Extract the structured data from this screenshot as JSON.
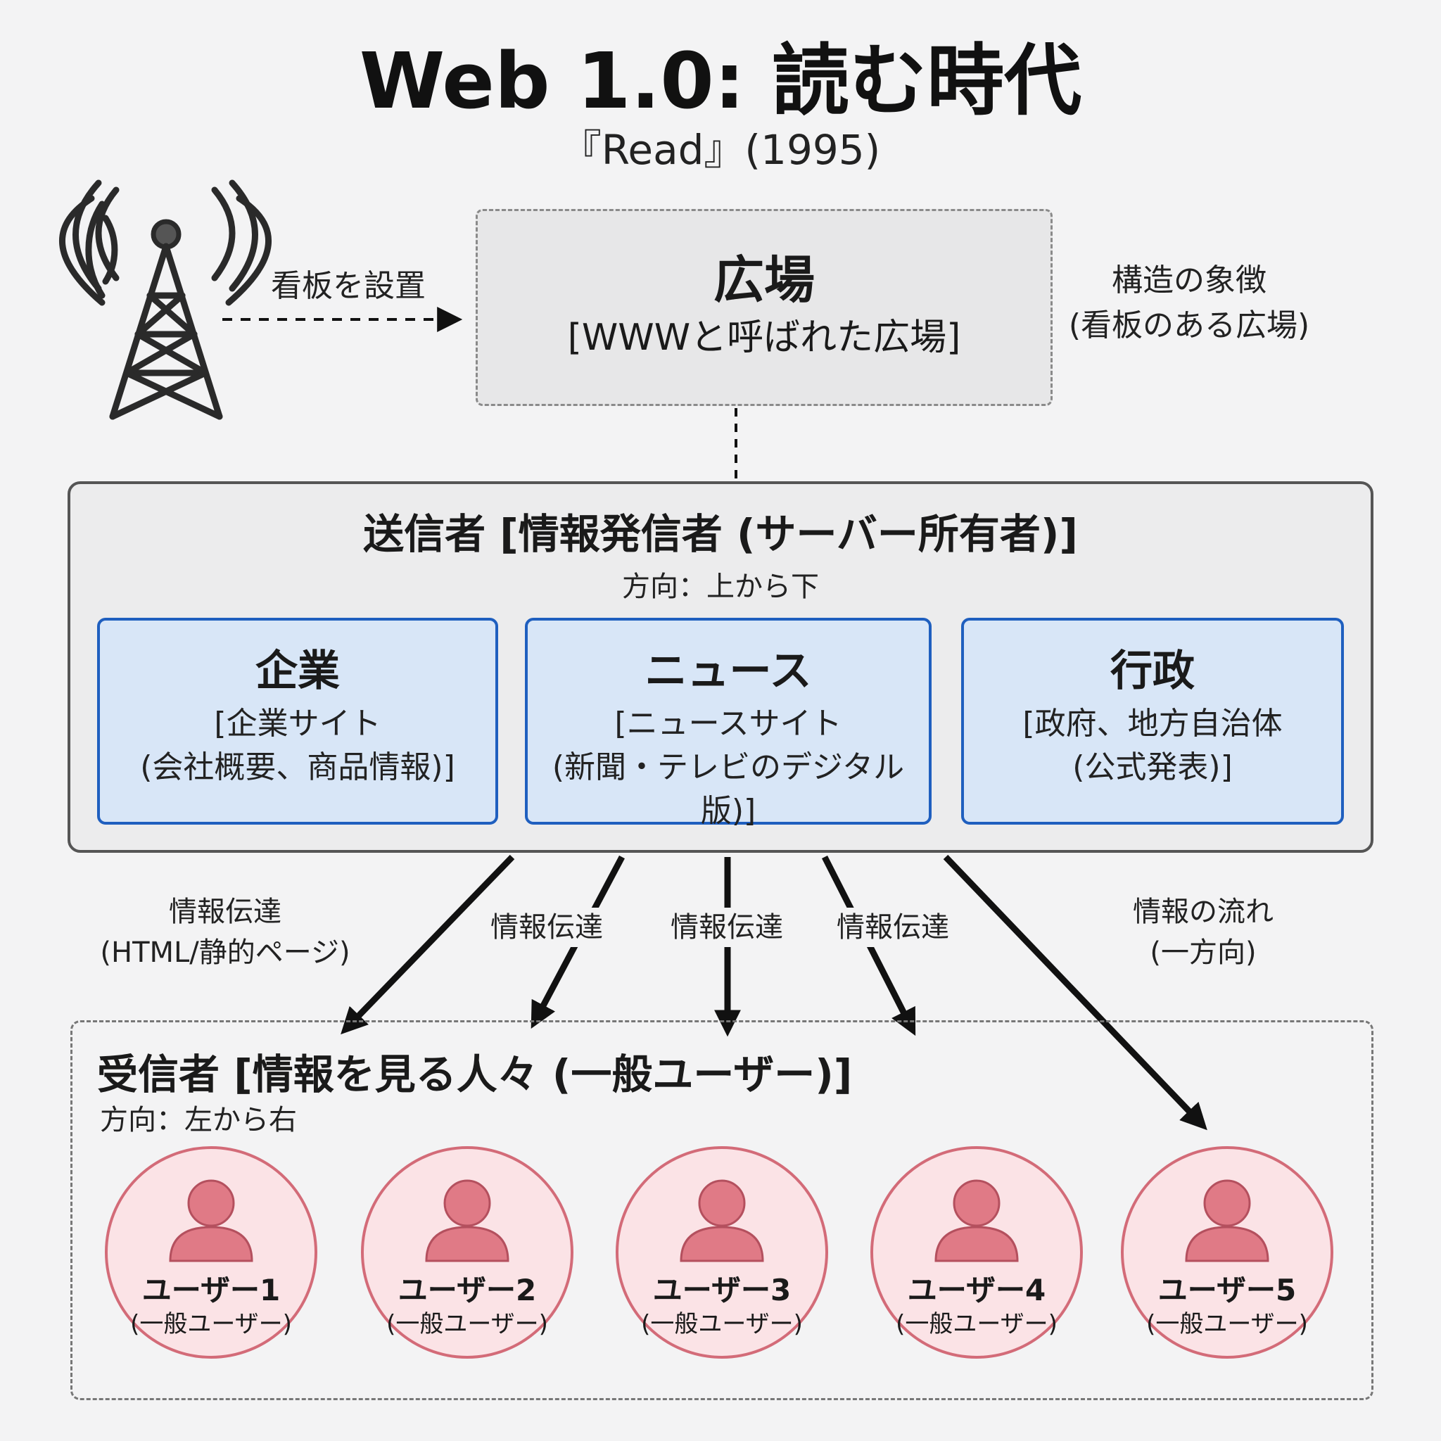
{
  "header": {
    "title": "Web 1.0: 読む時代",
    "subtitle": "『Read』(1995)"
  },
  "tower": {
    "icon": "radio-tower-icon",
    "arrow_label": "看板を設置"
  },
  "plaza": {
    "title": "広場",
    "subtitle": "[WWWと呼ばれた広場]",
    "note_line1": "構造の象徴",
    "note_line2": "(看板のある広場)"
  },
  "sender": {
    "title": "送信者 [情報発信者 (サーバー所有者)]",
    "direction": "方向：上から下",
    "cards": [
      {
        "title": "企業",
        "line1": "[企業サイト",
        "line2": "(会社概要、商品情報)]"
      },
      {
        "title": "ニュース",
        "line1": "[ニュースサイト",
        "line2": "(新聞・テレビのデジタル版)]"
      },
      {
        "title": "行政",
        "line1": "[政府、地方自治体",
        "line2": "(公式発表)]"
      }
    ]
  },
  "flows": {
    "left_line1": "情報伝達",
    "left_line2": "(HTML/静的ページ)",
    "label2": "情報伝達",
    "label3": "情報伝達",
    "label4": "情報伝達",
    "right_line1": "情報の流れ",
    "right_line2": "(一方向)"
  },
  "receiver": {
    "title": "受信者 [情報を見る人々 (一般ユーザー)]",
    "direction": "方向：左から右",
    "users": [
      {
        "name": "ユーザー1",
        "role": "(一般ユーザー)"
      },
      {
        "name": "ユーザー2",
        "role": "(一般ユーザー)"
      },
      {
        "name": "ユーザー3",
        "role": "(一般ユーザー)"
      },
      {
        "name": "ユーザー4",
        "role": "(一般ユーザー)"
      },
      {
        "name": "ユーザー5",
        "role": "(一般ユーザー)"
      }
    ]
  },
  "colors": {
    "card_fill": "#d8e6f7",
    "card_border": "#1f5fbf",
    "user_fill": "#fbe3e6",
    "user_border": "#d36b78",
    "user_icon": "#e07a86"
  }
}
